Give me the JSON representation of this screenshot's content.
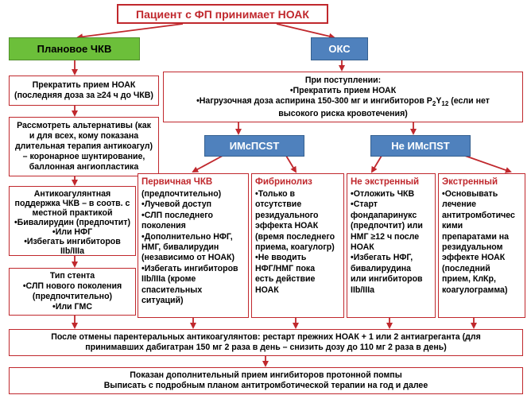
{
  "title": "Пациент с ФП принимает НОАК",
  "planned_pci": {
    "label": "Плановое ЧКВ",
    "step1": [
      "Прекратить прием НОАК",
      "(последняя доза за ≥24 ч до ЧКВ)"
    ],
    "step2": [
      "Рассмотреть альтернативы (как",
      "и для всех, кому показана",
      "длительная терапия антикоагул)",
      "– коронарное шунтирование,",
      "баллонная ангиопластика"
    ],
    "step3": [
      "Антикоагулянтная",
      "поддержка ЧКВ – в соотв. с",
      "местной практикой",
      "•Бивалирудин (предпочтит)",
      "•Или НФГ",
      "•Избегать ингибиторов",
      "IIb/IIIa"
    ],
    "step4": [
      "Тип стента",
      "•СЛП нового поколения",
      "(предпочтительно)",
      "•Или ГМС"
    ]
  },
  "acs": {
    "label": "ОКС",
    "admission": {
      "heading": "При поступлении:",
      "line1": "•Прекратить прием НОАК",
      "line2_pre": "•Нагрузочная доза аспирина 150-300 мг и ингибиторов P",
      "line2_sub1": "2",
      "line2_mid": "Y",
      "line2_sub2": "12",
      "line2_post": " (если нет",
      "line3": "высокого риска кровотечения)"
    },
    "stemi_label": "ИМсПСST",
    "nstemi_label": "Не ИМсПST"
  },
  "columns": [
    {
      "heading": "Первичная ЧКВ",
      "lines": [
        "(предпочтительно)",
        "•Лучевой доступ",
        "•СЛП последнего",
        "поколения",
        "•Дополнительно НФГ,",
        "НМГ, бивалирудин",
        "(независимо от НОАК)",
        "•Избегать ингибиторов",
        "IIb/IIIa (кроме",
        "спасительных ситуаций)"
      ]
    },
    {
      "heading": "Фибринолиз",
      "lines": [
        "•Только в",
        "отсутствие",
        "резидуального",
        "эффекта НОАК",
        "(время последнего",
        "приема, коагулогр)",
        "•Не вводить",
        "НФГ/НМГ пока",
        "есть действие",
        "НОАК"
      ]
    },
    {
      "heading": "Не экстренный",
      "lines": [
        "•Отложить ЧКВ",
        "•Старт",
        "фондапаринукс",
        "(предпочтит) или",
        "НМГ ≥12 ч после",
        "НОАК",
        "•Избегать НФГ,",
        "бивалирудина",
        "или ингибиторов",
        "IIb/IIIa"
      ]
    },
    {
      "heading": "Экстренный",
      "lines": [
        "•Основывать",
        "лечение",
        "антитромботичес",
        "кими",
        "препаратами на",
        "резидуальном",
        "эффекте НОАК",
        "(последний",
        "прием, КлКр,",
        "коагулограмма)"
      ]
    }
  ],
  "after_parenteral": [
    "После отмены парентеральных антикоагулянтов: рестарт прежних НОАК + 1 или 2 антиагреганта (для",
    "принимавших дабигатран 150 мг 2 раза в день – снизить дозу до 110 мг 2 раза в день)"
  ],
  "final": [
    "Показан дополнительный прием ингибиторов протонной помпы",
    "Выписать с подробным планом антитромботической терапии на год и далее"
  ],
  "colors": {
    "accent_red": "#c0282d",
    "green": "#6cbf3a",
    "blue": "#4f81bd"
  }
}
